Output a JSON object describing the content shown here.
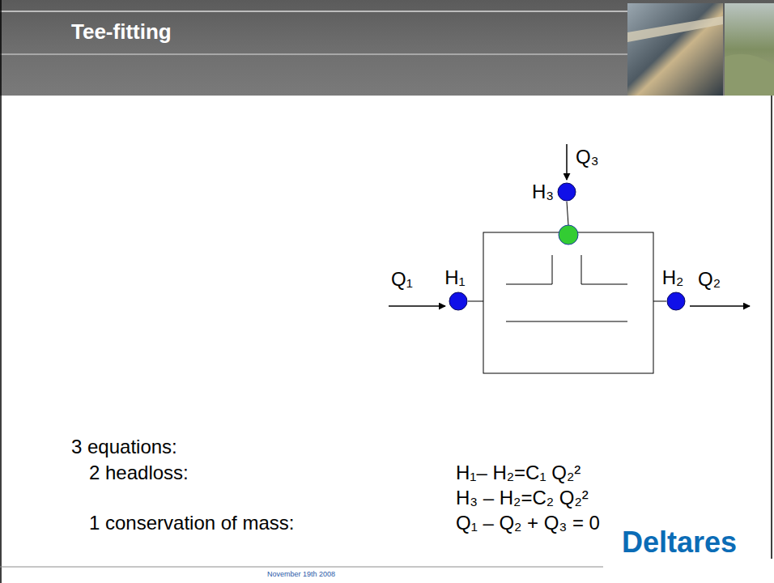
{
  "diagram": {
    "title": "Tee-fitting",
    "nodes": [
      {
        "text": [
          "H₃"
        ]
      },
      {
        "text": [
          "H₁"
        ]
      },
      {
        "text": [
          "H₂"
        ]
      }
    ],
    "labels": [
      "Q₃",
      "Q₁",
      "Q₂",
      "3 equations:",
      "2 headloss:",
      "H₁– H₂=C₁ Q₂²",
      "H₃ – H₂=C₂ Q₂²",
      "1 conservation of mass:",
      "Q₁ – Q₂ + Q₃ = 0",
      "Deltares",
      "November 19th 2008"
    ]
  }
}
